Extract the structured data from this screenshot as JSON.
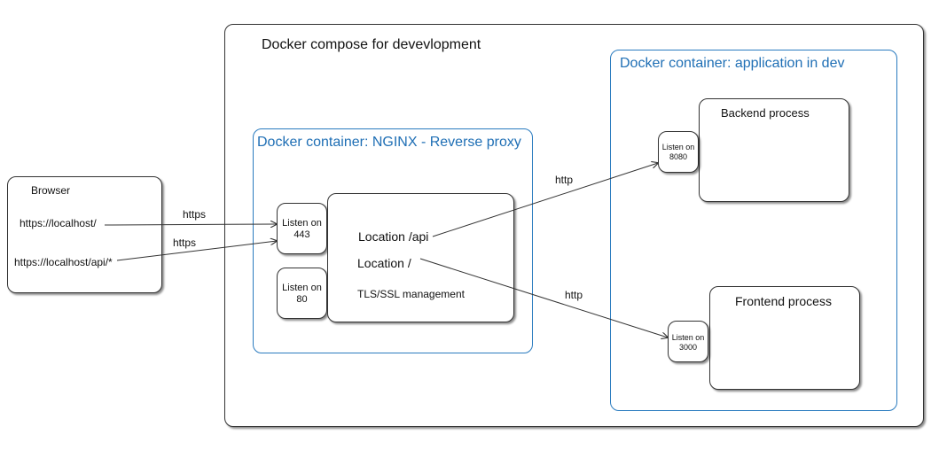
{
  "compose": {
    "title": "Docker compose for devevlopment"
  },
  "browser": {
    "title": "Browser",
    "url_root": "https://localhost/",
    "url_api": "https://localhost/api/*"
  },
  "nginx": {
    "title": "Docker container: NGINX - Reverse proxy",
    "listen_443": "Listen on\n443",
    "listen_80": "Listen on\n80",
    "location_api": "Location /api",
    "location_root": "Location /",
    "tls": "TLS/SSL management"
  },
  "app": {
    "title": "Docker container: application in dev",
    "listen_8080": "Listen on\n8080",
    "listen_3000": "Listen on\n3000",
    "backend": "Backend process",
    "frontend": "Frontend process"
  },
  "edges": {
    "https_1": "https",
    "https_2": "https",
    "http_backend": "http",
    "http_frontend": "http"
  },
  "colors": {
    "container_border": "#2a7bbf",
    "container_text": "#1f6fb5",
    "line": "#333333"
  }
}
